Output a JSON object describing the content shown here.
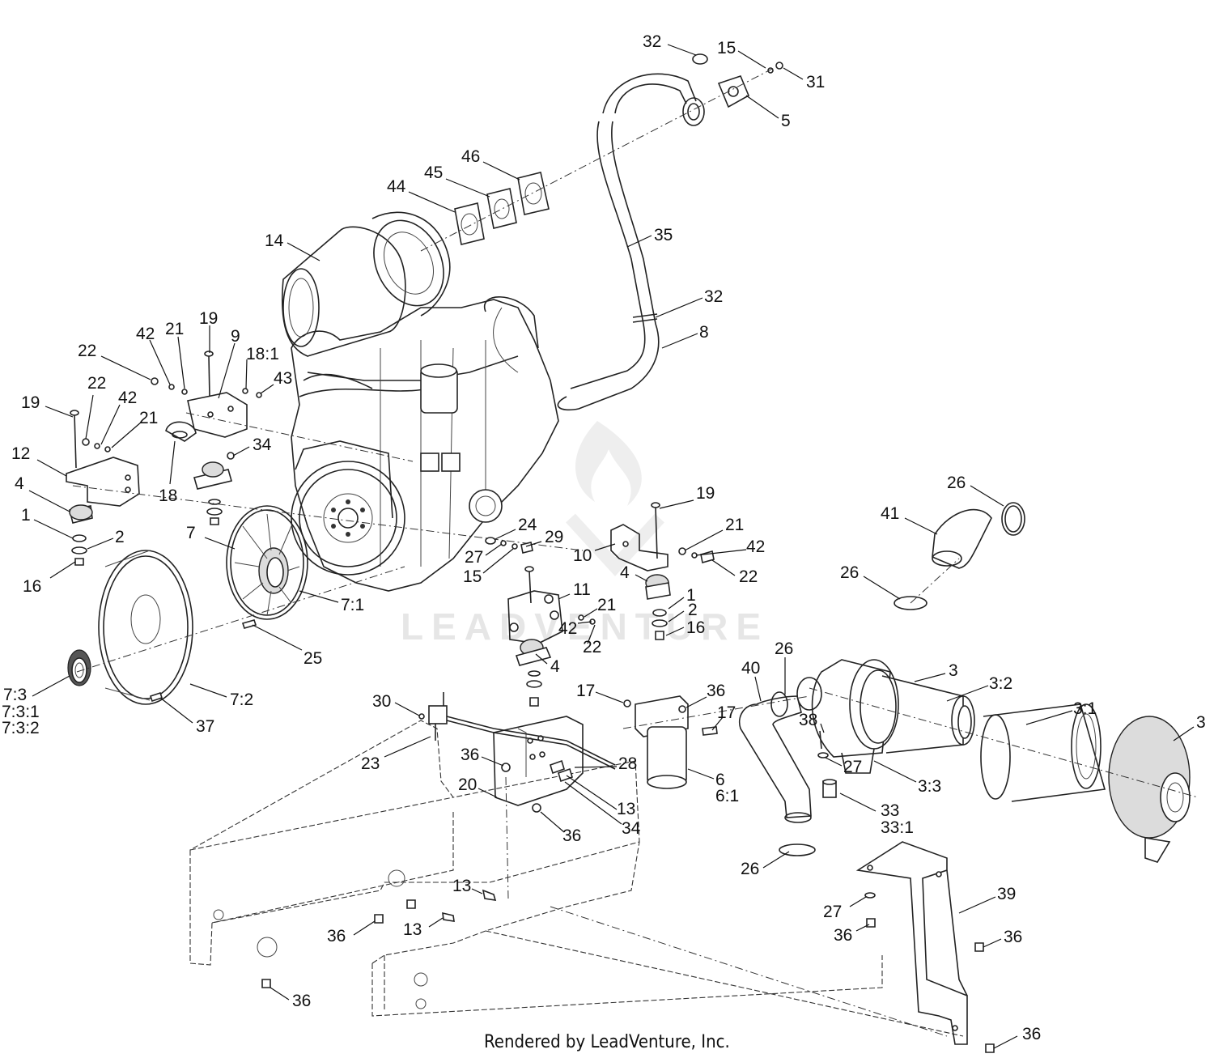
{
  "footer_text": "Rendered by LeadVenture, Inc.",
  "watermark_text": "LEADVENTURE",
  "callouts": [
    {
      "id": "c1",
      "text": "32"
    },
    {
      "id": "c2",
      "text": "15"
    },
    {
      "id": "c3",
      "text": "31"
    },
    {
      "id": "c4",
      "text": "5"
    },
    {
      "id": "c5",
      "text": "46"
    },
    {
      "id": "c6",
      "text": "45"
    },
    {
      "id": "c7",
      "text": "44"
    },
    {
      "id": "c8",
      "text": "35"
    },
    {
      "id": "c9",
      "text": "14"
    },
    {
      "id": "c10",
      "text": "32"
    },
    {
      "id": "c11",
      "text": "8"
    },
    {
      "id": "c12",
      "text": "19"
    },
    {
      "id": "c13",
      "text": "42"
    },
    {
      "id": "c14",
      "text": "21"
    },
    {
      "id": "c15",
      "text": "9"
    },
    {
      "id": "c16",
      "text": "18:1"
    },
    {
      "id": "c17",
      "text": "22"
    },
    {
      "id": "c18",
      "text": "43"
    },
    {
      "id": "c19",
      "text": "22"
    },
    {
      "id": "c20",
      "text": "42"
    },
    {
      "id": "c21",
      "text": "19"
    },
    {
      "id": "c22",
      "text": "21"
    },
    {
      "id": "c23",
      "text": "34"
    },
    {
      "id": "c24",
      "text": "12"
    },
    {
      "id": "c25",
      "text": "18"
    },
    {
      "id": "c26",
      "text": "4"
    },
    {
      "id": "c27",
      "text": "1"
    },
    {
      "id": "c28",
      "text": "2"
    },
    {
      "id": "c29",
      "text": "16"
    },
    {
      "id": "c30",
      "text": "7"
    },
    {
      "id": "c31",
      "text": "24"
    },
    {
      "id": "c32",
      "text": "29"
    },
    {
      "id": "c33",
      "text": "27"
    },
    {
      "id": "c34",
      "text": "15"
    },
    {
      "id": "c35",
      "text": "19"
    },
    {
      "id": "c36",
      "text": "21"
    },
    {
      "id": "c37",
      "text": "42"
    },
    {
      "id": "c38",
      "text": "10"
    },
    {
      "id": "c39",
      "text": "22"
    },
    {
      "id": "c40",
      "text": "4"
    },
    {
      "id": "c41",
      "text": "1"
    },
    {
      "id": "c42",
      "text": "2"
    },
    {
      "id": "c43",
      "text": "16"
    },
    {
      "id": "c44",
      "text": "11"
    },
    {
      "id": "c45",
      "text": "21"
    },
    {
      "id": "c46",
      "text": "42"
    },
    {
      "id": "c47",
      "text": "22"
    },
    {
      "id": "c48",
      "text": "4"
    },
    {
      "id": "c49",
      "text": "7:1"
    },
    {
      "id": "c50",
      "text": "25"
    },
    {
      "id": "c51",
      "text": "7:3"
    },
    {
      "id": "c52",
      "text": "7:3:1"
    },
    {
      "id": "c53",
      "text": "7:3:2"
    },
    {
      "id": "c54",
      "text": "7:2"
    },
    {
      "id": "c55",
      "text": "37"
    },
    {
      "id": "c56",
      "text": "26"
    },
    {
      "id": "c57",
      "text": "41"
    },
    {
      "id": "c58",
      "text": "26"
    },
    {
      "id": "c59",
      "text": "26"
    },
    {
      "id": "c60",
      "text": "40"
    },
    {
      "id": "c61",
      "text": "3"
    },
    {
      "id": "c62",
      "text": "3:2"
    },
    {
      "id": "c63",
      "text": "3:1"
    },
    {
      "id": "c64",
      "text": "3"
    },
    {
      "id": "c65",
      "text": "38"
    },
    {
      "id": "c66",
      "text": "27"
    },
    {
      "id": "c67",
      "text": "3:3"
    },
    {
      "id": "c68",
      "text": "33"
    },
    {
      "id": "c69",
      "text": "33:1"
    },
    {
      "id": "c70",
      "text": "26"
    },
    {
      "id": "c71",
      "text": "17"
    },
    {
      "id": "c72",
      "text": "36"
    },
    {
      "id": "c73",
      "text": "17"
    },
    {
      "id": "c74",
      "text": "6"
    },
    {
      "id": "c75",
      "text": "6:1"
    },
    {
      "id": "c76",
      "text": "30"
    },
    {
      "id": "c77",
      "text": "23"
    },
    {
      "id": "c78",
      "text": "36"
    },
    {
      "id": "c79",
      "text": "28"
    },
    {
      "id": "c80",
      "text": "20"
    },
    {
      "id": "c81",
      "text": "13"
    },
    {
      "id": "c82",
      "text": "34"
    },
    {
      "id": "c83",
      "text": "36"
    },
    {
      "id": "c84",
      "text": "39"
    },
    {
      "id": "c85",
      "text": "27"
    },
    {
      "id": "c86",
      "text": "36"
    },
    {
      "id": "c87",
      "text": "36"
    },
    {
      "id": "c88",
      "text": "13"
    },
    {
      "id": "c89",
      "text": "36"
    },
    {
      "id": "c90",
      "text": "13"
    },
    {
      "id": "c91",
      "text": "36"
    },
    {
      "id": "c92",
      "text": "36"
    }
  ]
}
